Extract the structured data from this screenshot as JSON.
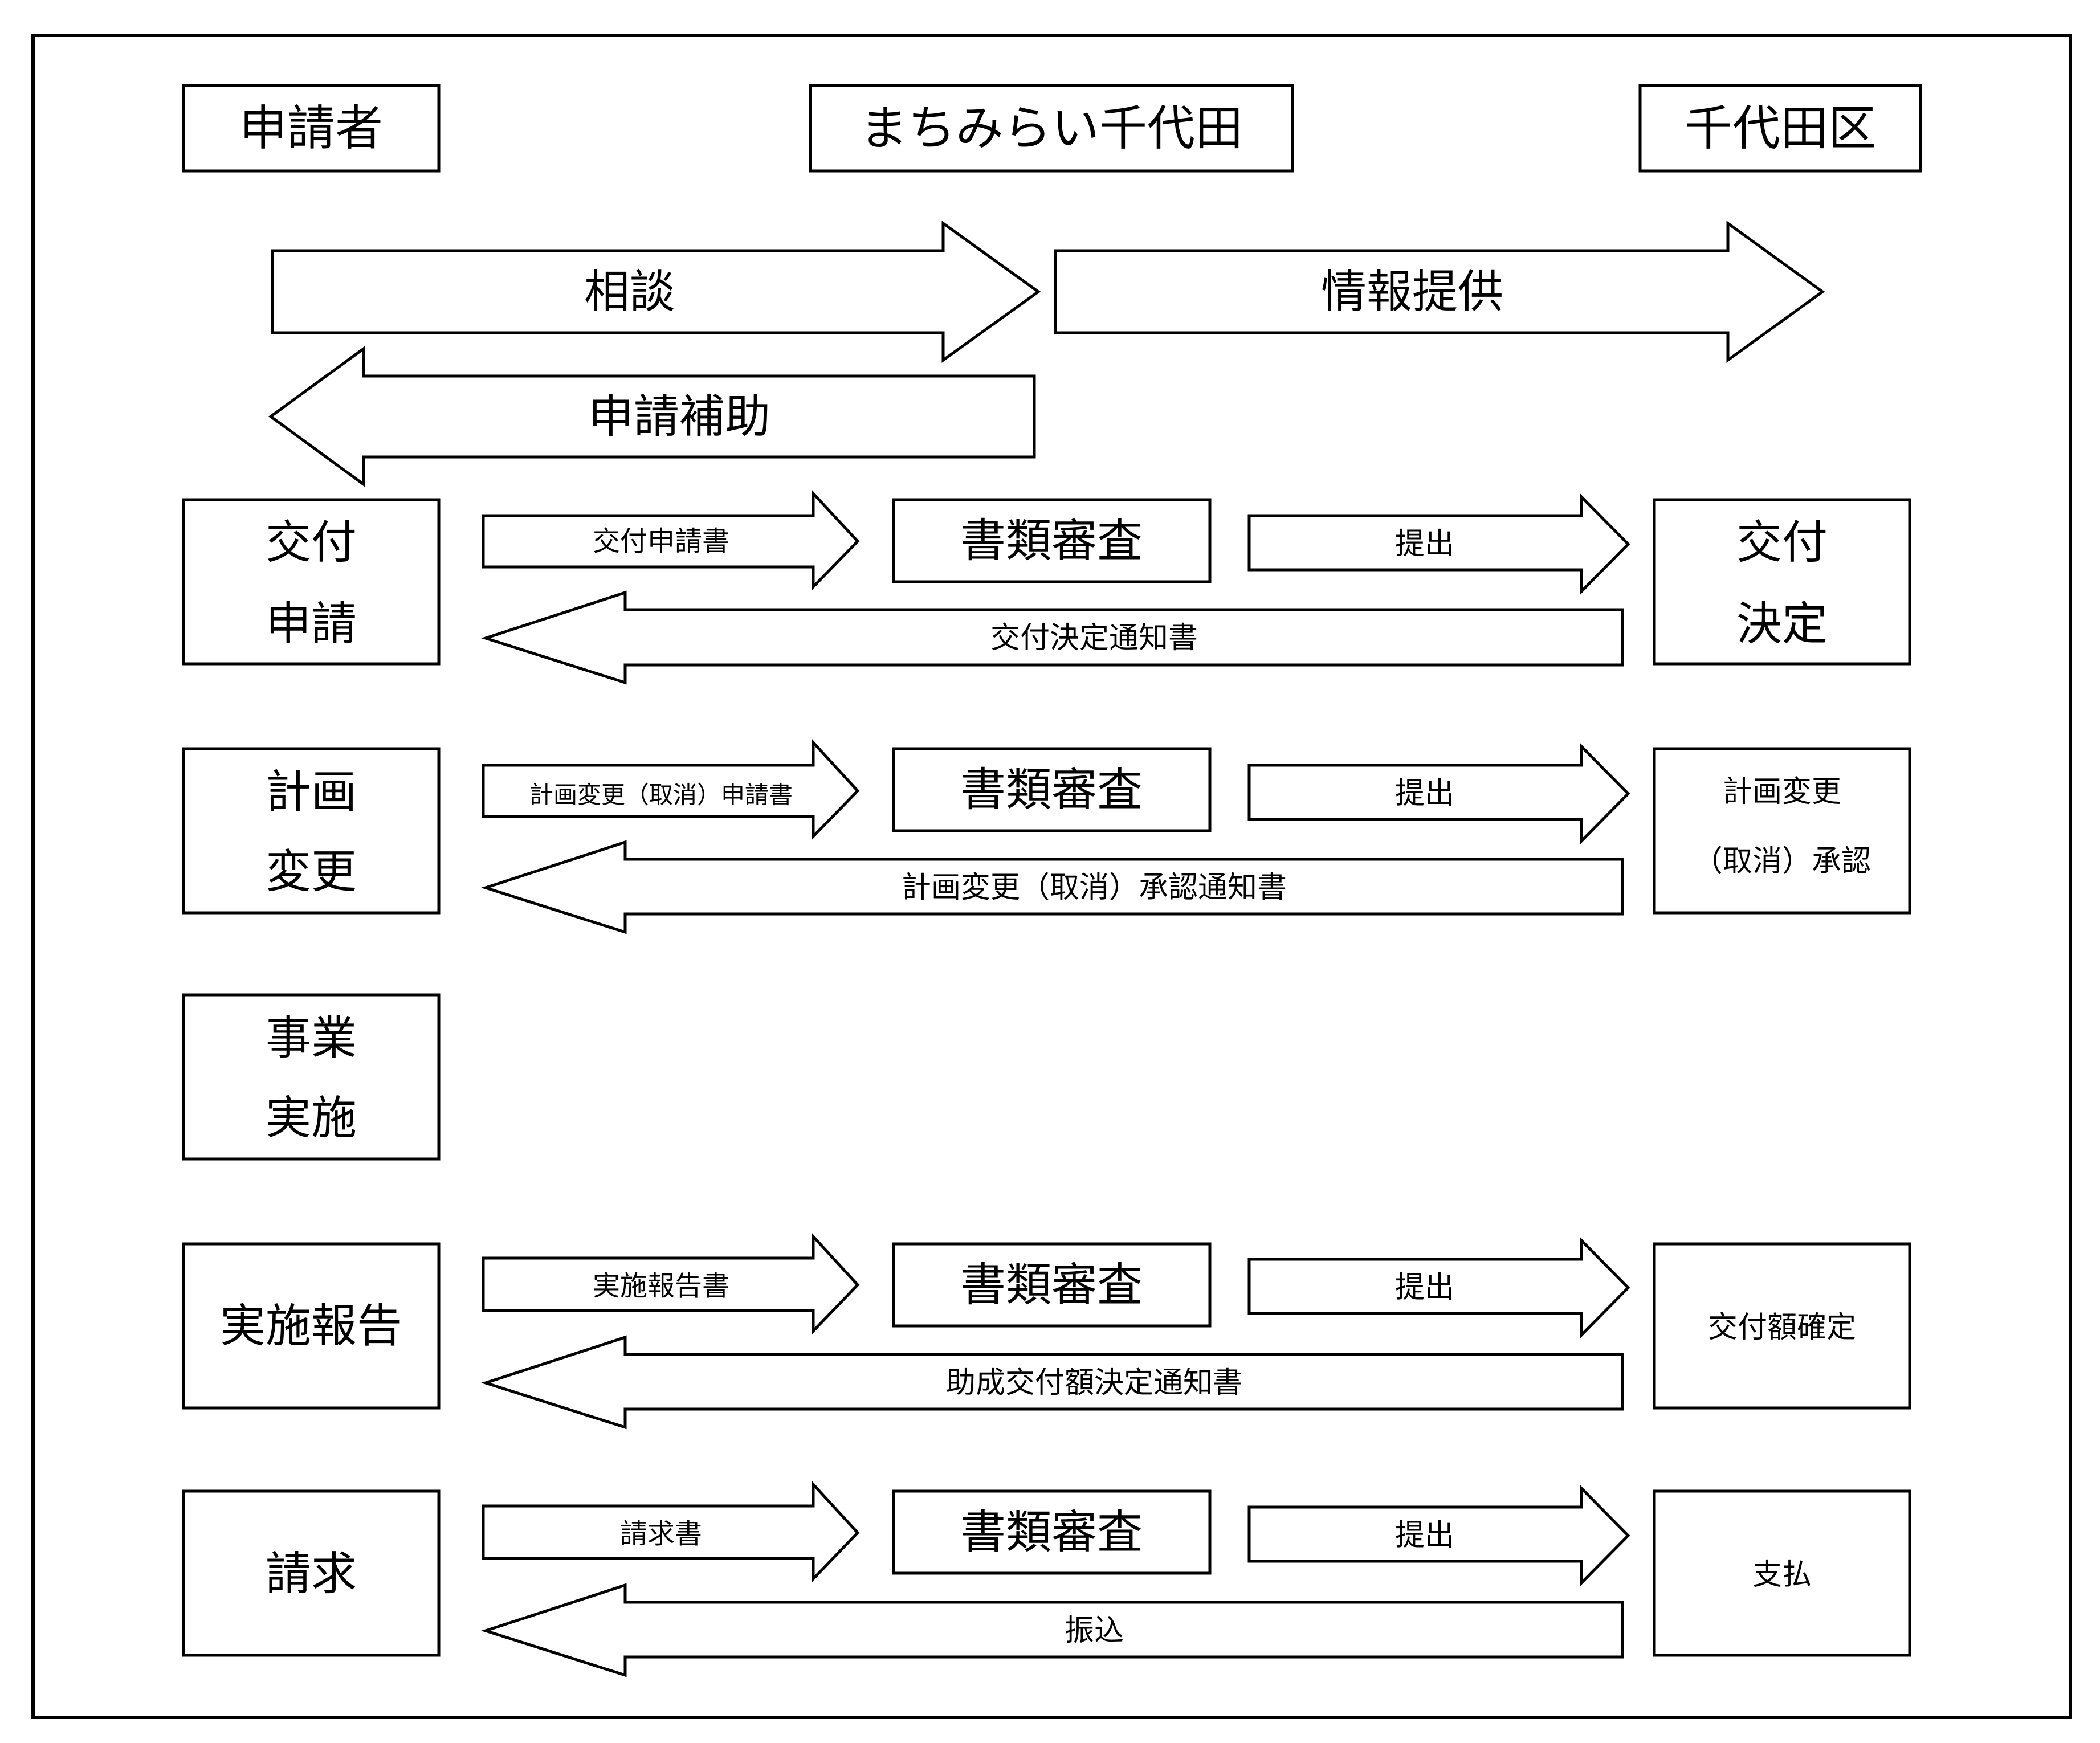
{
  "headers": {
    "applicant": "申請者",
    "machimirai": "まちみらい千代田",
    "ward": "千代田区"
  },
  "top_arrows": {
    "consult": "相談",
    "info": "情報提供",
    "assist": "申請補助"
  },
  "rows": [
    {
      "left": [
        "交付",
        "申請"
      ],
      "doc": "交付申請書",
      "review": "書類審査",
      "submit": "提出",
      "return": "交付決定通知書",
      "right": [
        "交付",
        "決定"
      ]
    },
    {
      "left": [
        "計画",
        "変更"
      ],
      "doc": "計画変更（取消）申請書",
      "review": "書類審査",
      "submit": "提出",
      "return": "計画変更（取消）承認通知書",
      "right": [
        "計画変更",
        "（取消）承認"
      ]
    },
    {
      "left": [
        "事業",
        "実施"
      ]
    },
    {
      "left": [
        "実施報告"
      ],
      "doc": "実施報告書",
      "review": "書類審査",
      "submit": "提出",
      "return": "助成交付額決定通知書",
      "right": [
        "交付額確定"
      ]
    },
    {
      "left": [
        "請求"
      ],
      "doc": "請求書",
      "review": "書類審査",
      "submit": "提出",
      "return": "振込",
      "right": [
        "支払"
      ]
    }
  ]
}
